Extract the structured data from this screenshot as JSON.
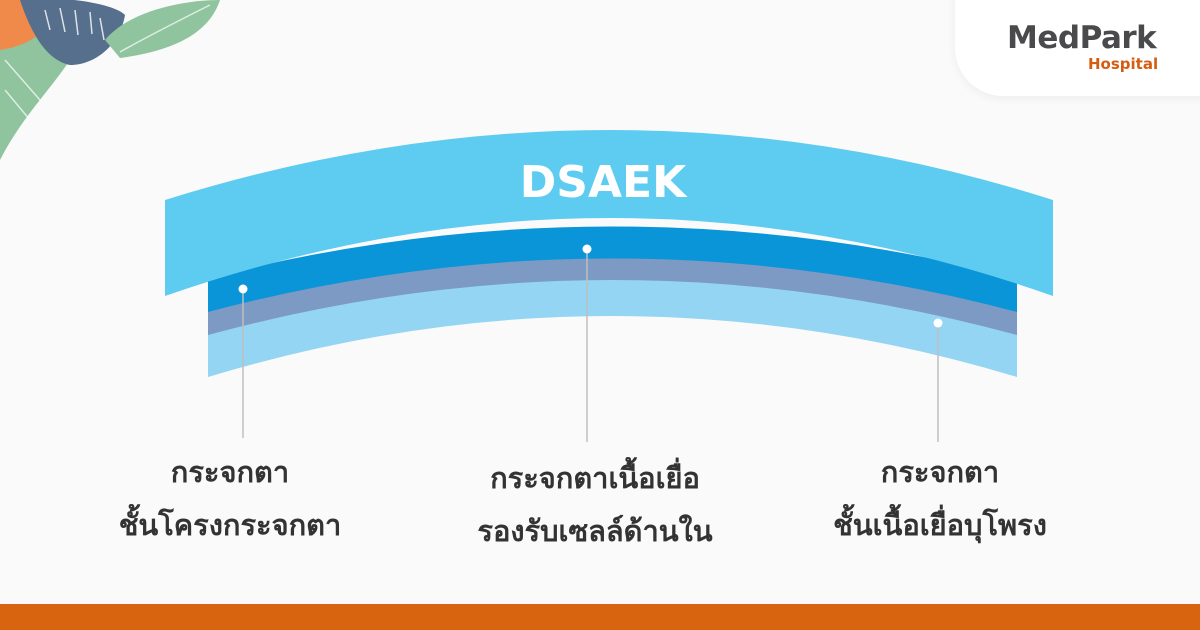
{
  "brand": {
    "name": "MedPark",
    "sub": "Hospital"
  },
  "diagram": {
    "title": "DSAEK",
    "labels": [
      {
        "line1": "กระจกตา",
        "line2": "ชั้นโครงกระจกตา"
      },
      {
        "line1": "กระจกตาเนื้อเยื่อ",
        "line2": "รองรับเซลล์ด้านใน"
      },
      {
        "line1": "กระจกตา",
        "line2": "ชั้นเนื้อเยื่อบุโพรง"
      }
    ]
  },
  "colors": {
    "top_band": "#5ecbf1",
    "dark_band": "#0a95d8",
    "gray_band": "#7c9ac4",
    "light_band": "#93d5f3",
    "accent": "#d9640f"
  }
}
